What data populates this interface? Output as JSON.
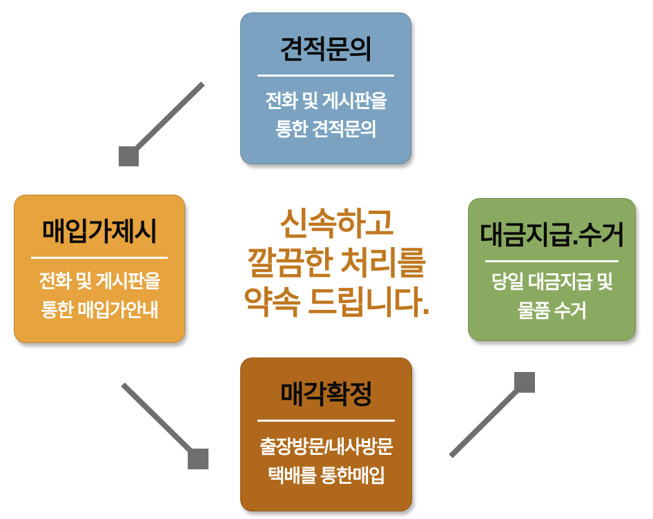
{
  "diagram": {
    "center_message": {
      "lines": [
        "신속하고",
        "깔끔한 처리를",
        "약속 드립니다."
      ],
      "color": "#c0771f"
    },
    "steps": [
      {
        "id": "quote-inquiry",
        "position": "top",
        "title": "견적문의",
        "body_lines": [
          "전화 및 게시판을",
          "통한 견적문의"
        ],
        "bg_color": "#7ba3c1"
      },
      {
        "id": "purchase-price-offer",
        "position": "left",
        "title": "매입가제시",
        "body_lines": [
          "전화 및 게시판을",
          "통한 매입가안내"
        ],
        "bg_color": "#e6a33e"
      },
      {
        "id": "payment-and-pickup",
        "position": "right",
        "title": "대금지급.수거",
        "body_lines": [
          "당일 대금지급 및",
          "물품 수거"
        ],
        "bg_color": "#8baa61"
      },
      {
        "id": "sale-confirmation",
        "position": "bottom",
        "title": "매각확정",
        "body_lines": [
          "출장방문/내사방문",
          "택배를 통한매입"
        ],
        "bg_color": "#b0691c"
      }
    ],
    "connector_color": "#6f6f6f",
    "title_text_color": "#0a0a0a",
    "body_text_color": "#ffffff"
  }
}
